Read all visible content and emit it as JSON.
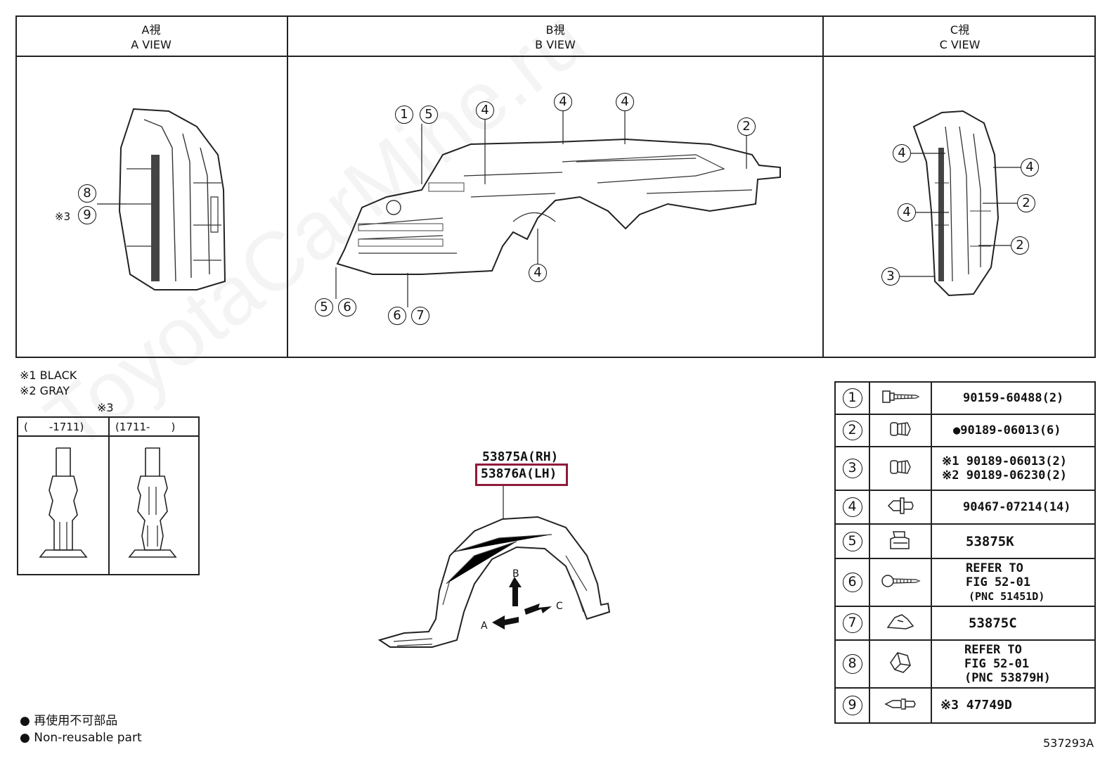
{
  "views": {
    "a": {
      "jp": "A視",
      "en": "A VIEW"
    },
    "b": {
      "jp": "B視",
      "en": "B VIEW"
    },
    "c": {
      "jp": "C視",
      "en": "C VIEW"
    }
  },
  "callouts": {
    "a": [
      "8",
      "9"
    ],
    "a_prefix": "※3",
    "b": [
      "1",
      "5",
      "4",
      "4",
      "4",
      "2",
      "4",
      "5",
      "6",
      "6",
      "7"
    ],
    "c": [
      "4",
      "4",
      "4",
      "2",
      "2",
      "3"
    ]
  },
  "notes": {
    "note1": "※1 BLACK",
    "note2": "※2 GRAY",
    "note3_title": "※3",
    "range_left": "(　　-1711)",
    "range_right": "(1711-　　)"
  },
  "main_part": {
    "rh": "53875A(RH)",
    "lh": "53876A(LH)",
    "arrow_a": "A",
    "arrow_b": "B",
    "arrow_c": "C"
  },
  "parts_table": [
    {
      "num": "1",
      "icon": "bolt-icon",
      "lines": [
        "90159-60488(2)"
      ]
    },
    {
      "num": "2",
      "icon": "clip-icon",
      "lines": [
        "●90189-06013(6)"
      ]
    },
    {
      "num": "3",
      "icon": "clip-icon",
      "lines": [
        "※1 90189-06013(2)",
        "※2 90189-06230(2)"
      ]
    },
    {
      "num": "4",
      "icon": "push-rivet-icon",
      "lines": [
        "90467-07214(14)"
      ]
    },
    {
      "num": "5",
      "icon": "nut-clip-icon",
      "lines": [
        "53875K"
      ]
    },
    {
      "num": "6",
      "icon": "screw-icon",
      "lines": [
        "REFER TO",
        "FIG 52-01",
        "(PNC 51451D)"
      ]
    },
    {
      "num": "7",
      "icon": "retainer-icon",
      "lines": [
        "53875C"
      ]
    },
    {
      "num": "8",
      "icon": "bracket-clip-icon",
      "lines": [
        "REFER TO",
        "FIG 52-01",
        "(PNC 53879H)"
      ]
    },
    {
      "num": "9",
      "icon": "grommet-icon",
      "lines": [
        "※3 47749D"
      ]
    }
  ],
  "legend": {
    "jp": "● 再使用不可部品",
    "en": "● Non-reusable part"
  },
  "figure_code": "537293A",
  "watermark": "ToyotaCarMine.ru"
}
